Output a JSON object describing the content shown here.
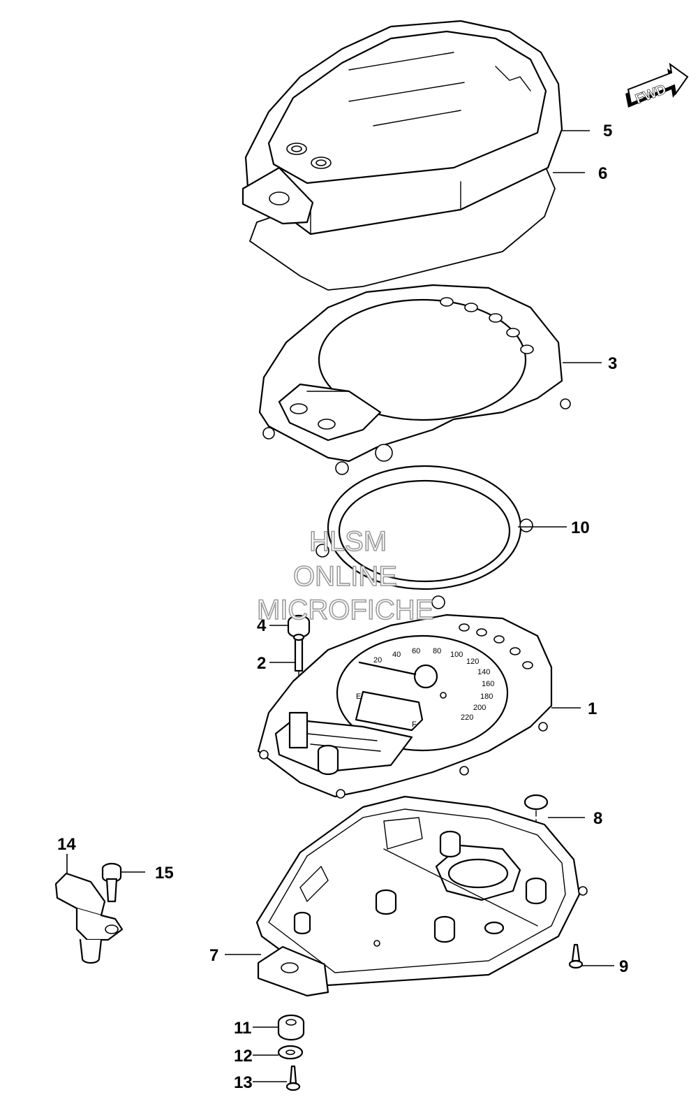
{
  "fwd_label": "FWD",
  "watermark": {
    "line1": "HLSM",
    "line2": "ONLINE",
    "line3": "MICROFICHE"
  },
  "dial": {
    "ticks": [
      "20",
      "40",
      "60",
      "80",
      "100",
      "120",
      "140",
      "160",
      "180",
      "200",
      "220"
    ],
    "fuel_e": "E",
    "fuel_f": "F"
  },
  "callouts": {
    "c1": "1",
    "c2": "2",
    "c3": "3",
    "c4": "4",
    "c5": "5",
    "c6": "6",
    "c7": "7",
    "c8": "8",
    "c9": "9",
    "c10": "10",
    "c11": "11",
    "c12": "12",
    "c13": "13",
    "c14": "14",
    "c15": "15"
  }
}
